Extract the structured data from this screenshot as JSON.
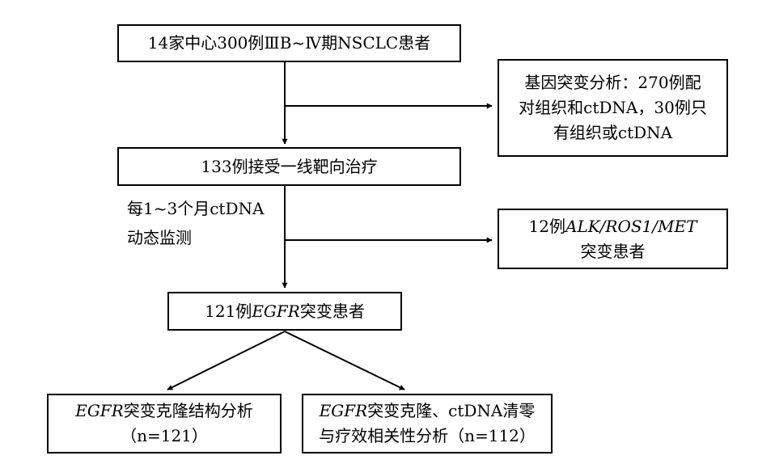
{
  "nodes": {
    "cohort": {
      "line1": "14家中心300例ⅢB~Ⅳ期NSCLC患者"
    },
    "genetics": {
      "line1": "基因突变分析：270例配",
      "line2": "对组织和ctDNA，30例只",
      "line3": "有组织或ctDNA"
    },
    "first_line": {
      "line1": "133例接受一线靶向治疗"
    },
    "monitoring": {
      "line1": "每1~3个月ctDNA",
      "line2": "动态监测"
    },
    "other_mutations": {
      "prefix": "12例",
      "genes": "ALK/ROS1/MET",
      "line2": "突变患者"
    },
    "egfr": {
      "prefix": "121例",
      "gene": "EGFR",
      "suffix": "突变患者"
    },
    "clone_structure": {
      "gene": "EGFR",
      "line1": "突变克隆结构分析",
      "line2": "（n=121）"
    },
    "clearance": {
      "gene": "EGFR",
      "line1": "突变克隆、ctDNA清零",
      "line2": "与疗效相关性分析（n=112）"
    }
  },
  "colors": {
    "line": "#000000",
    "background": "#ffffff"
  }
}
